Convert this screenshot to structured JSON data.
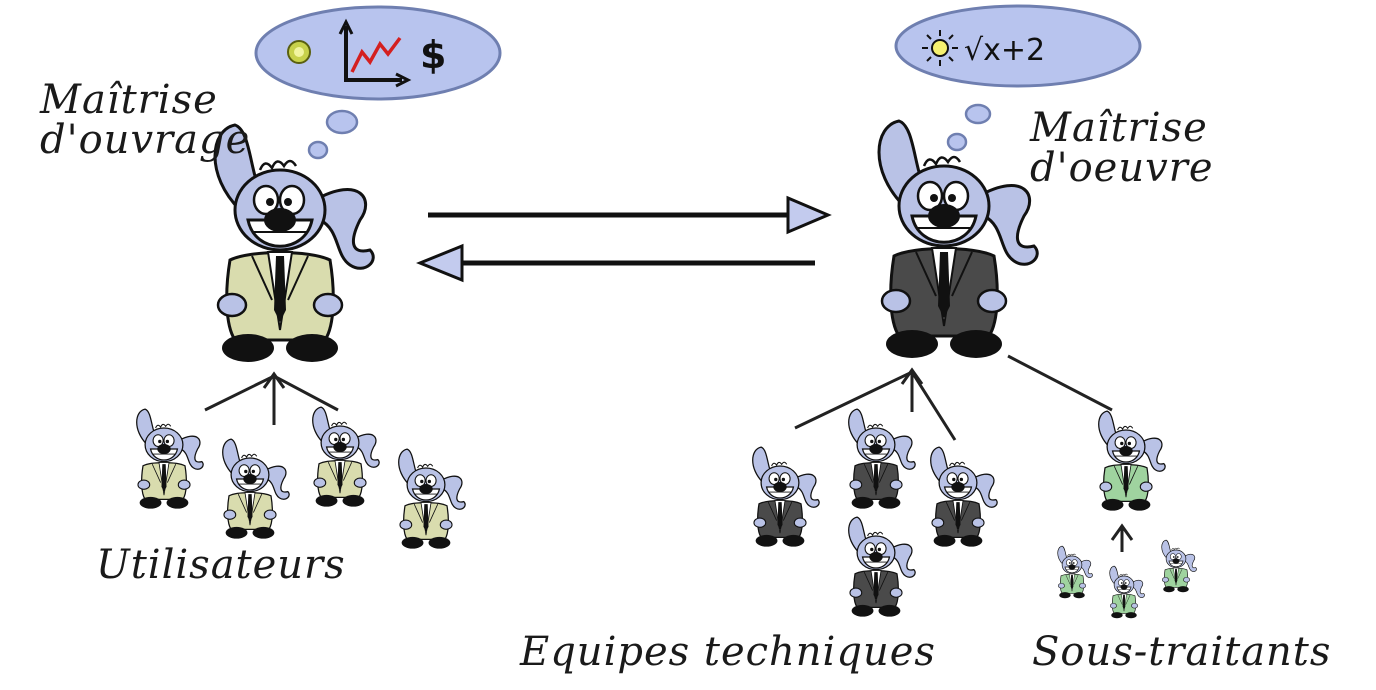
{
  "labels": {
    "maitrise_ouvrage_line1": "Maîtrise",
    "maitrise_ouvrage_line2": "d'ouvrage",
    "maitrise_oeuvre_line1": "Maîtrise",
    "maitrise_oeuvre_line2": "d'oeuvre",
    "utilisateurs": "Utilisateurs",
    "equipes_techniques": "Equipes techniques",
    "sous_traitants": "Sous-traitants"
  },
  "bubbles": {
    "left": {
      "icons": [
        "lightbulb-icon",
        "growth-chart-icon"
      ],
      "currency": "$"
    },
    "right": {
      "icons": [
        "lightbulb-icon"
      ],
      "formula": "√x+2"
    }
  },
  "colors": {
    "bubble_fill": "#b8c4ee",
    "bubble_stroke": "#6f7fb0",
    "dog_head": "#b9c2e6",
    "suit_moa": "#d9dcae",
    "suit_moe": "#4a4a4a",
    "suit_sous": "#9fd39f",
    "arrow_head": "#c3cbee"
  }
}
